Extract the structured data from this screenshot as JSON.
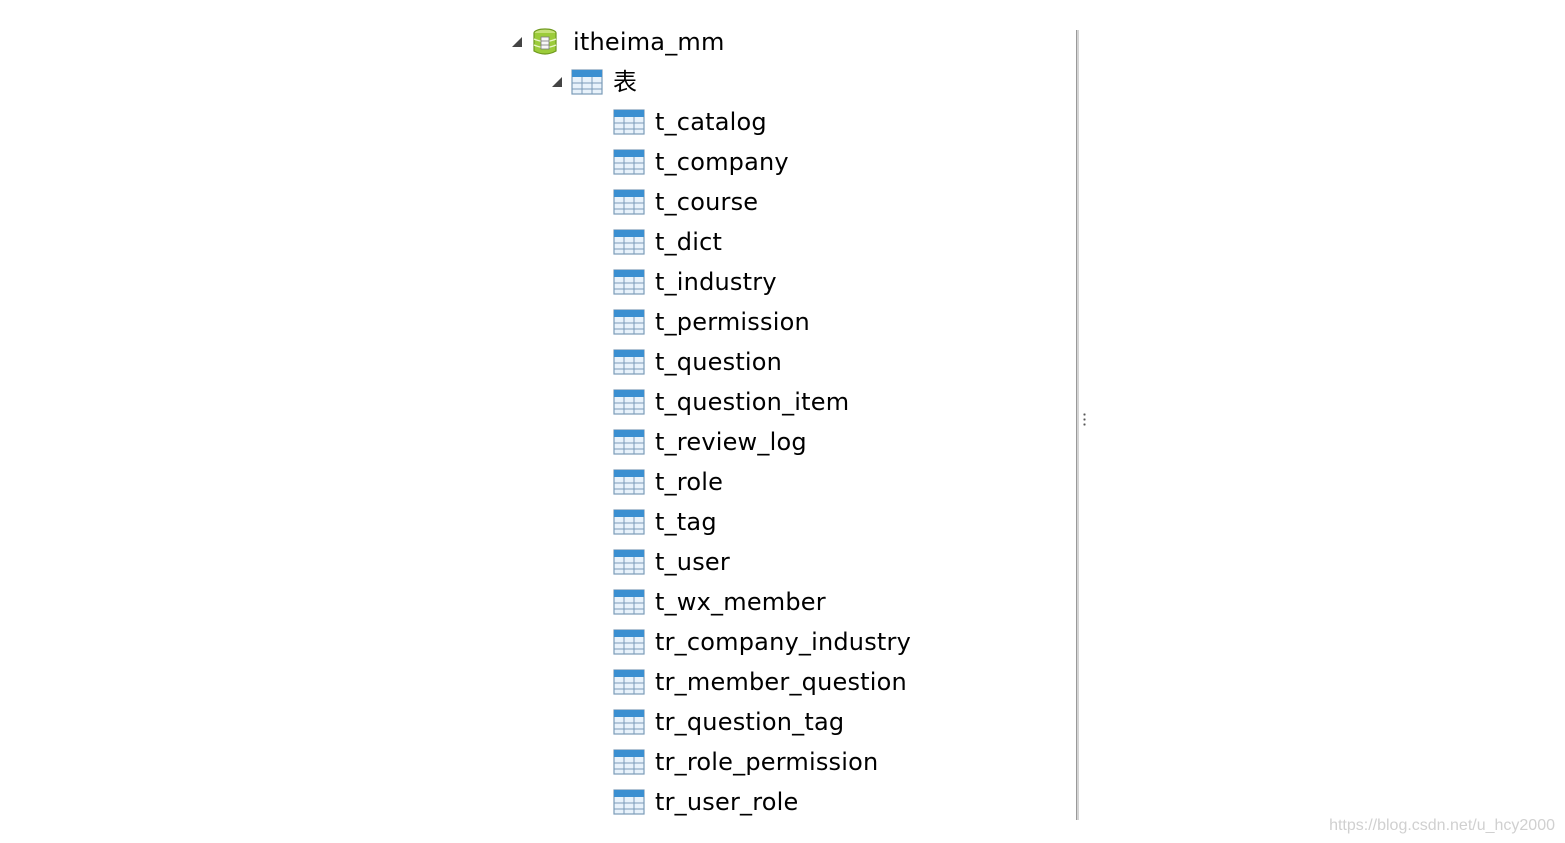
{
  "database": {
    "name": "itheima_mm",
    "icon": "database-icon",
    "expanded": true
  },
  "tables_folder": {
    "label": "表",
    "icon": "tables-folder-icon",
    "expanded": true
  },
  "tables": [
    {
      "name": "t_catalog"
    },
    {
      "name": "t_company"
    },
    {
      "name": "t_course"
    },
    {
      "name": "t_dict"
    },
    {
      "name": "t_industry"
    },
    {
      "name": "t_permission"
    },
    {
      "name": "t_question"
    },
    {
      "name": "t_question_item"
    },
    {
      "name": "t_review_log"
    },
    {
      "name": "t_role"
    },
    {
      "name": "t_tag"
    },
    {
      "name": "t_user"
    },
    {
      "name": "t_wx_member"
    },
    {
      "name": "tr_company_industry"
    },
    {
      "name": "tr_member_question"
    },
    {
      "name": "tr_question_tag"
    },
    {
      "name": "tr_role_permission"
    },
    {
      "name": "tr_user_role"
    }
  ],
  "watermark": "https://blog.csdn.net/u_hcy2000",
  "colors": {
    "database_icon": "#9ccc3a",
    "table_icon_header": "#3a8fd1",
    "table_icon_body": "#e8f2fb"
  }
}
